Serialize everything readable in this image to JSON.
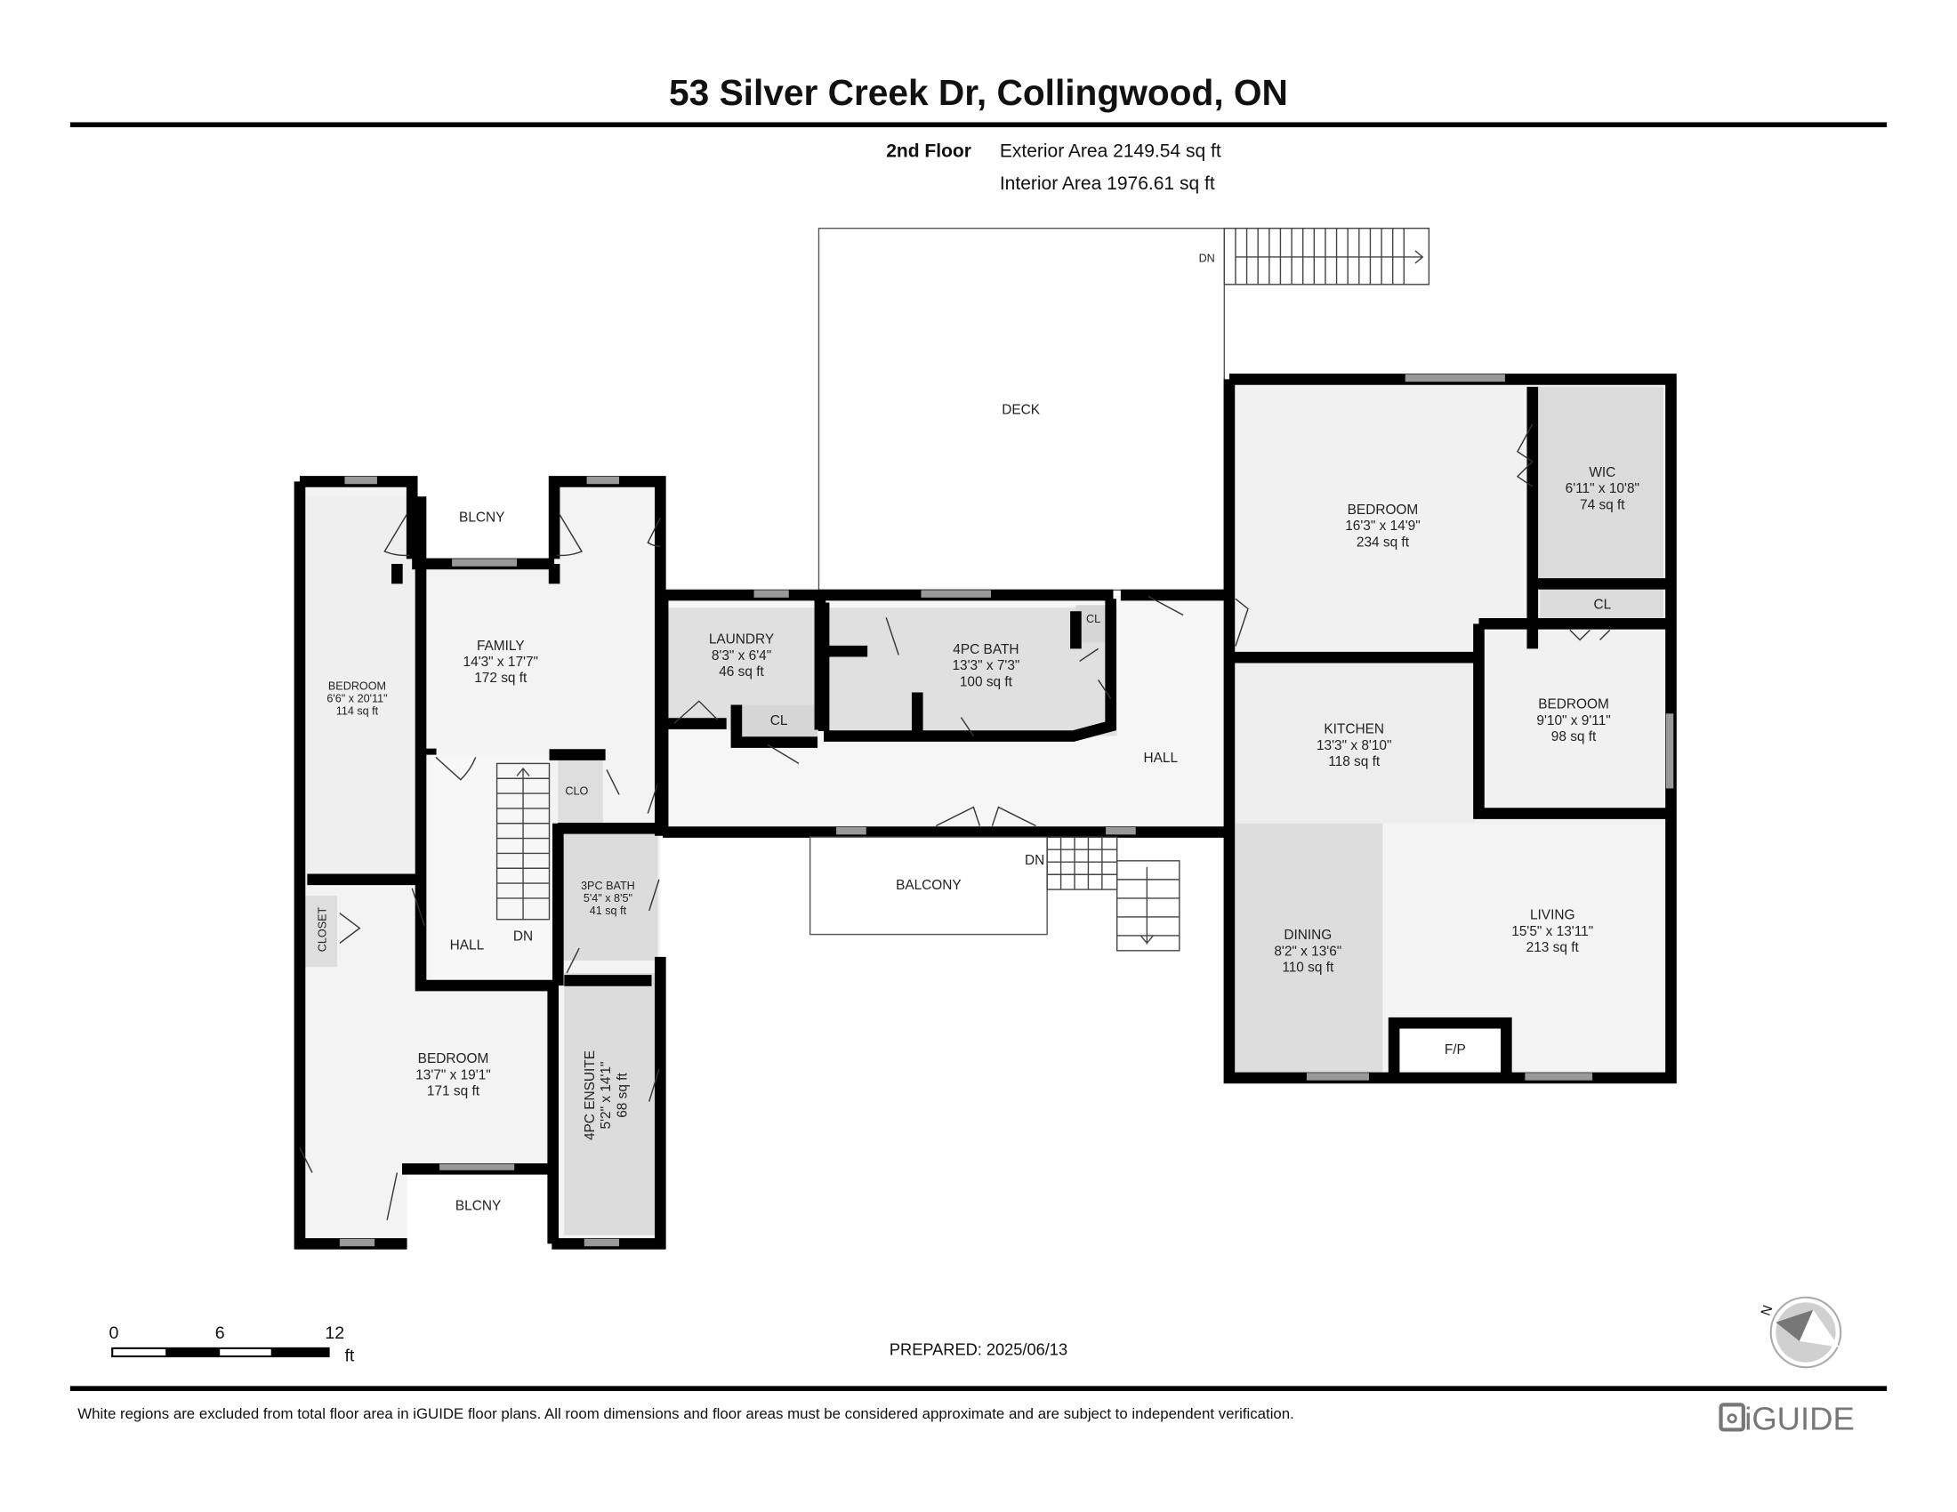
{
  "header": {
    "title": "53 Silver Creek Dr, Collingwood, ON",
    "floor": "2nd Floor",
    "exterior_area": "Exterior Area 2149.54 sq ft",
    "interior_area": "Interior Area 1976.61 sq ft"
  },
  "rooms": [
    {
      "name": "BEDROOM",
      "dims": "6'6\" x 20'11\"",
      "area": "114 sq ft"
    },
    {
      "name": "FAMILY",
      "dims": "14'3\" x 17'7\"",
      "area": "172 sq ft"
    },
    {
      "name": "LAUNDRY",
      "dims": "8'3\" x 6'4\"",
      "area": "46 sq ft"
    },
    {
      "name": "4PC BATH",
      "dims": "13'3\" x 7'3\"",
      "area": "100 sq ft"
    },
    {
      "name": "3PC BATH",
      "dims": "5'4\" x 8'5\"",
      "area": "41 sq ft"
    },
    {
      "name": "BEDROOM",
      "dims": "13'7\" x 19'1\"",
      "area": "171 sq ft"
    },
    {
      "name": "4PC ENSUITE",
      "dims": "5'2\" x 14'1\"",
      "area": "68 sq ft"
    },
    {
      "name": "BEDROOM",
      "dims": "16'3\" x 14'9\"",
      "area": "234 sq ft"
    },
    {
      "name": "WIC",
      "dims": "6'11\" x 10'8\"",
      "area": "74 sq ft"
    },
    {
      "name": "BEDROOM",
      "dims": "9'10\" x 9'11\"",
      "area": "98 sq ft"
    },
    {
      "name": "KITCHEN",
      "dims": "13'3\" x 8'10\"",
      "area": "118 sq ft"
    },
    {
      "name": "DINING",
      "dims": "8'2\" x 13'6\"",
      "area": "110 sq ft"
    },
    {
      "name": "LIVING",
      "dims": "15'5\" x 13'11\"",
      "area": "213 sq ft"
    }
  ],
  "labels": {
    "blcny_top": "BLCNY",
    "blcny_bottom": "BLCNY",
    "closet": "CLOSET",
    "clo": "CLO",
    "hall_left": "HALL",
    "dn_left": "DN",
    "cl_laundry": "CL",
    "cl_bath": "CL",
    "cl_right": "CL",
    "hall_main": "HALL",
    "deck": "DECK",
    "dn_deck": "DN",
    "balcony": "BALCONY",
    "dn_balcony": "DN",
    "fp": "F/P"
  },
  "scale": {
    "t0": "0",
    "t1": "6",
    "t2": "12",
    "unit": "ft"
  },
  "prepared": "PREPARED: 2025/06/13",
  "compass": {
    "north": "N"
  },
  "footer": {
    "disclaimer": "White regions are excluded from total floor area in iGUIDE floor plans. All room dimensions and floor areas must be considered approximate and are subject to independent verification.",
    "logo": "iGUIDE"
  }
}
